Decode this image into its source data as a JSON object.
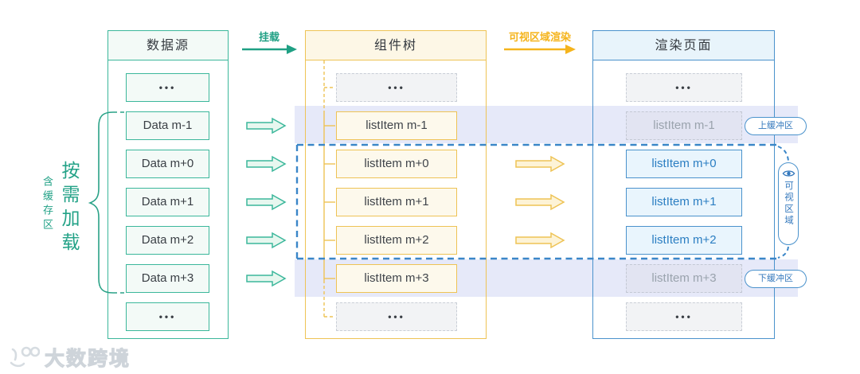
{
  "labels": {
    "mount": "挂载",
    "viewport_render": "可视区域渲染",
    "on_demand": "按需加载",
    "with_cache": "含缓存区",
    "upper_buffer": "上缓冲区",
    "lower_buffer": "下缓冲区",
    "visible_area": "可视区域"
  },
  "columns": {
    "source": {
      "title": "数据源",
      "items": [
        {
          "text": "•••"
        },
        {
          "text": "Data m-1"
        },
        {
          "text": "Data m+0"
        },
        {
          "text": "Data m+1"
        },
        {
          "text": "Data m+2"
        },
        {
          "text": "Data m+3"
        },
        {
          "text": "•••"
        }
      ]
    },
    "tree": {
      "title": "组件树",
      "items": [
        {
          "text": "•••"
        },
        {
          "text": "listItem m-1"
        },
        {
          "text": "listItem m+0"
        },
        {
          "text": "listItem m+1"
        },
        {
          "text": "listItem m+2"
        },
        {
          "text": "listItem m+3"
        },
        {
          "text": "•••"
        }
      ]
    },
    "page": {
      "title": "渲染页面",
      "items": [
        {
          "text": "•••"
        },
        {
          "text": "listItem m-1"
        },
        {
          "text": "listItem m+0"
        },
        {
          "text": "listItem m+1"
        },
        {
          "text": "listItem m+2"
        },
        {
          "text": "listItem m+3"
        },
        {
          "text": "•••"
        }
      ]
    }
  },
  "watermark": {
    "brand": "大数跨境"
  },
  "colors": {
    "teal": "#23a287",
    "teal_border": "#3bb79b",
    "yellow_border": "#eec355",
    "orange_label": "#f5b41c",
    "blue_border": "#4a92cc",
    "blue_text": "#2b7ec2",
    "lavender_band": "#e2e5f8",
    "gray_text": "#9aa3ad"
  }
}
